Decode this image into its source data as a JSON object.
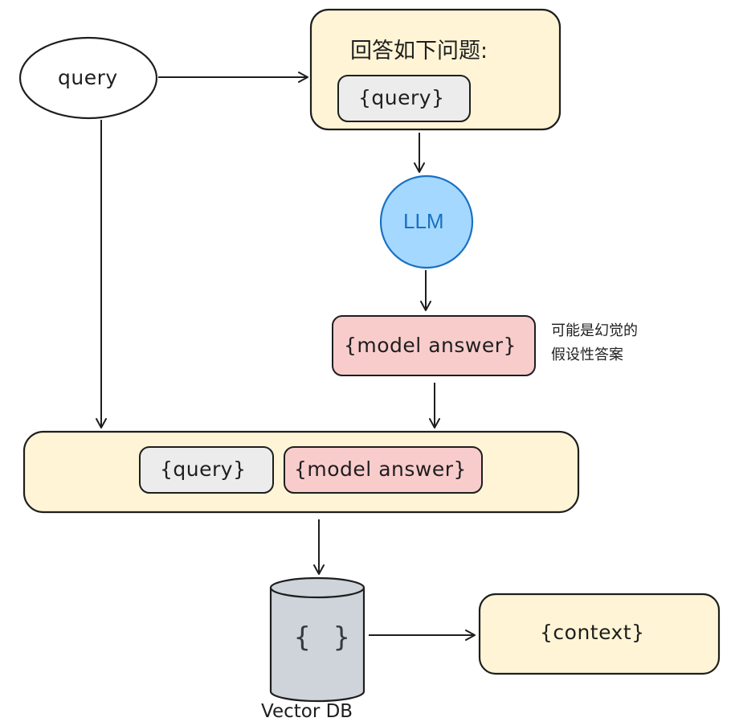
{
  "diagram": {
    "query_node": {
      "label": "query"
    },
    "prompt_box": {
      "title": "回答如下问题:",
      "placeholder": "{query}"
    },
    "llm_node": {
      "label": "LLM"
    },
    "model_answer_box": {
      "label": "{model answer}"
    },
    "hallucination_note": {
      "line1": "可能是幻觉的",
      "line2": "假设性答案"
    },
    "combined_box": {
      "query": "{query}",
      "model_answer": "{model answer}"
    },
    "vector_db": {
      "icon_text": "{ }",
      "label": "Vector DB"
    },
    "context_box": {
      "label": "{context}"
    }
  },
  "colors": {
    "stroke": "#1e1e1e",
    "yellow_fill": "#fff5d6",
    "gray_fill": "#ececec",
    "pink_fill": "#f9cccc",
    "blue_fill": "#a5d8ff",
    "blue_stroke": "#1971c2",
    "db_fill": "#ced4da"
  }
}
